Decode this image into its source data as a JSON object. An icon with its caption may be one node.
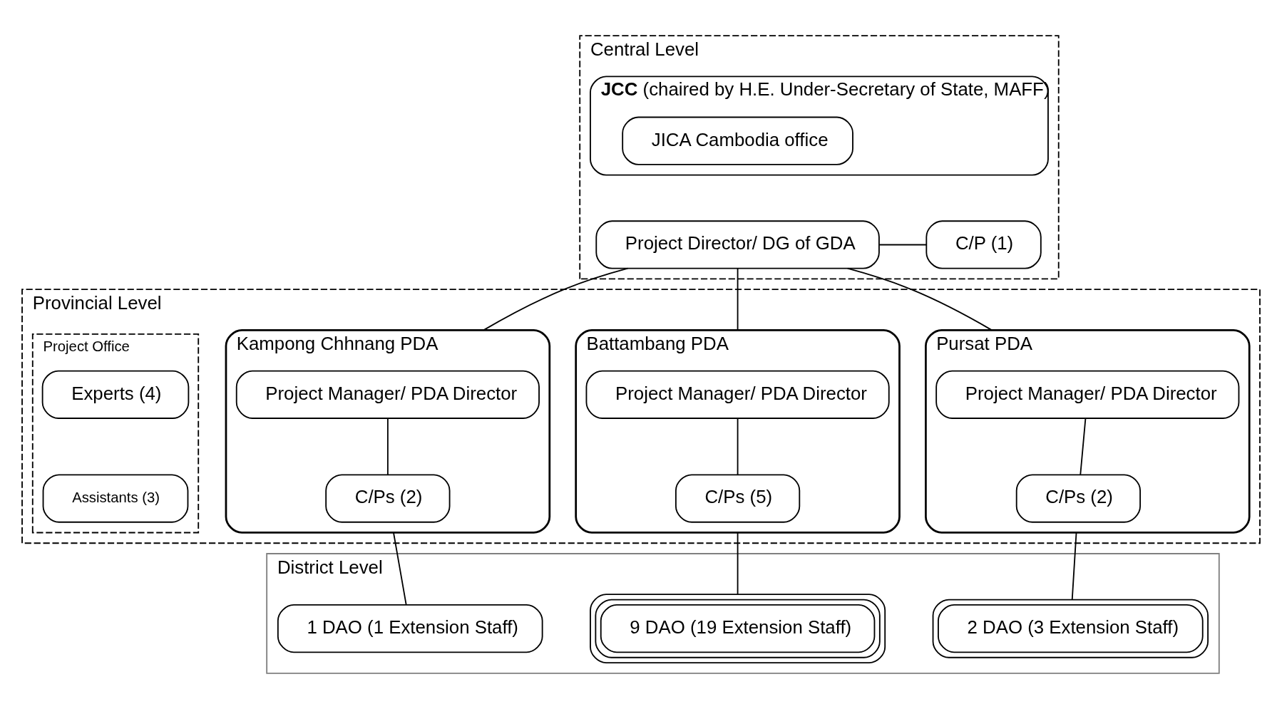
{
  "diagram": {
    "nodes": [
      {
        "text": [
          "Central Level"
        ]
      },
      {
        "text": [
          "**JCC** (chaired by H.E. Under-Secretary of State, MAFF)"
        ],
        "in": 0
      },
      {
        "text": [
          "JICA Cambodia office"
        ],
        "in": 1
      },
      {
        "text": [
          "Project Director/ DG of GDA"
        ],
        "in": 0
      },
      {
        "text": [
          "C/P (1)"
        ],
        "in": 0
      },
      {
        "text": [
          "Provincial Level"
        ]
      },
      {
        "text": [
          "Pursat PDA"
        ],
        "in": 5
      },
      {
        "text": [
          "Project Manager/ PDA Director"
        ],
        "in": 6
      },
      {
        "text": [
          "C/Ps (2)"
        ],
        "in": 6
      },
      {
        "text": [
          "Battambang PDA"
        ],
        "in": 5
      },
      {
        "text": [
          "Project Manager/ PDA Director"
        ],
        "in": 9
      },
      {
        "text": [
          "C/Ps (5)"
        ],
        "in": 9
      },
      {
        "text": [
          "Kampong Chhnang PDA"
        ],
        "in": 5
      },
      {
        "text": [
          "Project Manager/ PDA Director"
        ],
        "in": 12
      },
      {
        "text": [
          "C/Ps (2)"
        ],
        "in": 12
      },
      {
        "text": [
          "Project Office"
        ],
        "in": 5
      },
      {
        "text": [
          "Experts (4)"
        ],
        "in": 15
      },
      {
        "text": [
          "Assistants (3)"
        ],
        "in": 15
      },
      {
        "text": [
          "District Level"
        ]
      },
      {
        "text": [
          "2 DAO (3 Extension Staff)"
        ],
        "in": 18
      },
      {
        "text": [
          "9 DAO (19 Extension Staff)"
        ],
        "in": 18
      },
      {
        "text": [
          "1 DAO (1 Extension Staff)"
        ],
        "in": 18
      }
    ],
    "edges": [
      {
        "from": 3,
        "to": 4,
        "arrow": "none"
      },
      {
        "from": 3,
        "to": 6,
        "arrow": "none"
      },
      {
        "from": 3,
        "to": 9,
        "arrow": "none"
      },
      {
        "from": 3,
        "to": 12,
        "arrow": "none"
      },
      {
        "from": 7,
        "to": 8,
        "arrow": "none"
      },
      {
        "from": 10,
        "to": 11,
        "arrow": "none"
      },
      {
        "from": 13,
        "to": 14,
        "arrow": "none"
      },
      {
        "from": 6,
        "to": 19,
        "arrow": "none"
      },
      {
        "from": 9,
        "to": 20,
        "arrow": "none"
      },
      {
        "from": 12,
        "to": 21,
        "arrow": "none"
      }
    ]
  }
}
